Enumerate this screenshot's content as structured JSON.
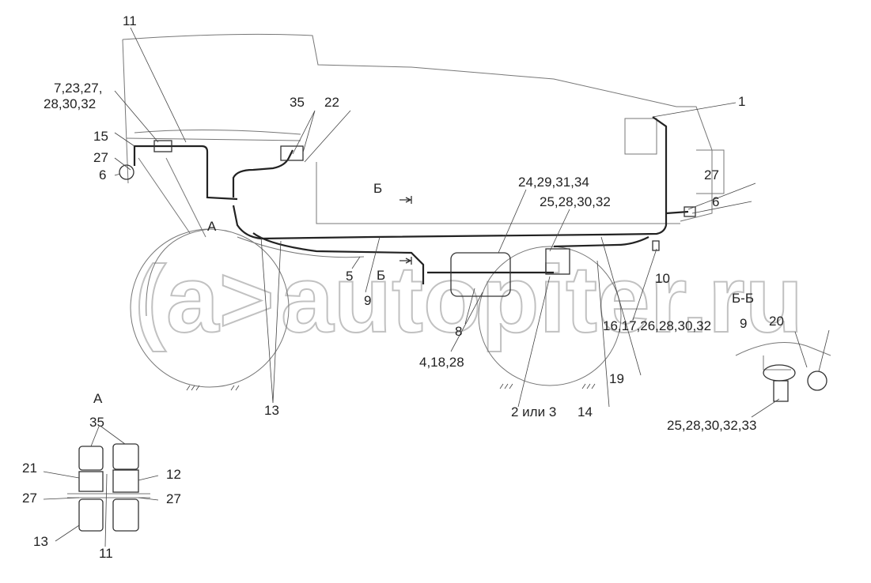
{
  "watermark": {
    "logo": "(a>",
    "text": "autopiter.ru"
  },
  "labels": {
    "top_11": "11",
    "l_7_23_27": "7,23,27,",
    "l_28_30_32": "28,30,32",
    "l_15": "15",
    "l_27_left": "27",
    "l_6_left": "6",
    "l_35": "35",
    "l_22": "22",
    "l_1": "1",
    "section_mark_top": "Б",
    "l_24_29_31_34": "24,29,31,34",
    "l_25_28_30_32": "25,28,30,32",
    "l_27_right": "27",
    "l_6_right": "6",
    "view_a": "А",
    "l_5": "5",
    "section_mark_bottom": "Б",
    "l_9": "9",
    "l_10": "10",
    "section_bb": "Б-Б",
    "bb_9": "9",
    "bb_20": "20",
    "l_16_17": "16,17,26,28,30,32",
    "l_8": "8",
    "l_4_18_28": "4,18,28",
    "l_19": "19",
    "l_13": "13",
    "l_2_or_3": "2 или 3",
    "l_14": "14",
    "bb_25_33": "25,28,30,32,33"
  },
  "detail_a": {
    "title": "А",
    "l_35": "35",
    "l_21": "21",
    "l_12": "12",
    "l_27_left": "27",
    "l_27_right": "27",
    "l_13": "13",
    "l_11": "11"
  }
}
